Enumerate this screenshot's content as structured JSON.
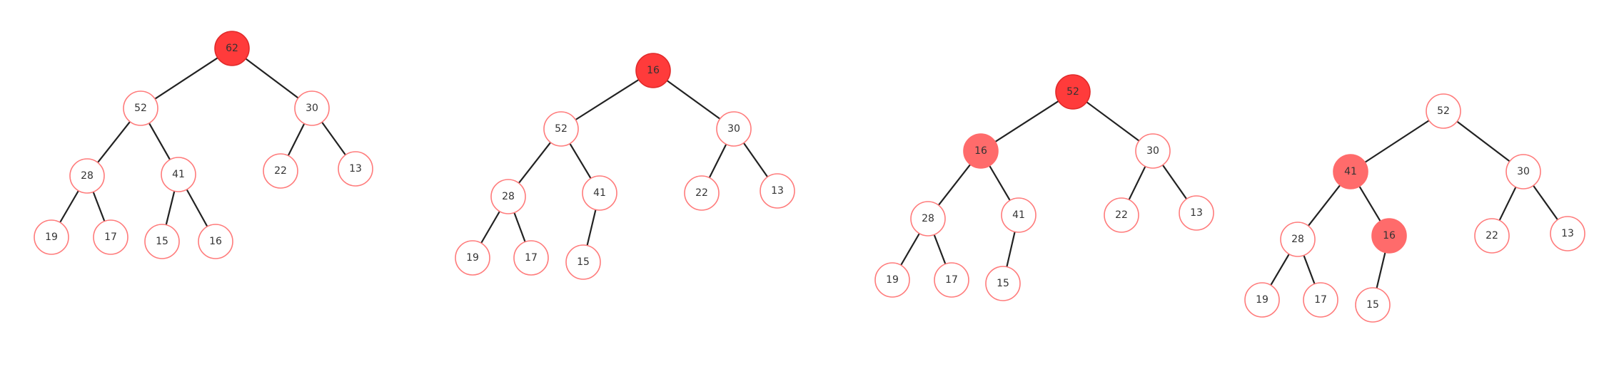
{
  "colors": {
    "node_stroke": "#ff7b7b",
    "node_fill": "#ffffff",
    "edge": "#222222",
    "highlight_primary": "#ff3b3b",
    "highlight_secondary": "#ff6b6b",
    "label": "#333333"
  },
  "trees": [
    {
      "nodes": [
        {
          "id": "a",
          "label": "62",
          "state": "primary"
        },
        {
          "id": "b",
          "label": "52",
          "state": "normal"
        },
        {
          "id": "c",
          "label": "30",
          "state": "normal"
        },
        {
          "id": "d",
          "label": "28",
          "state": "normal"
        },
        {
          "id": "e",
          "label": "41",
          "state": "normal"
        },
        {
          "id": "f",
          "label": "22",
          "state": "normal"
        },
        {
          "id": "g",
          "label": "13",
          "state": "normal"
        },
        {
          "id": "h",
          "label": "19",
          "state": "normal"
        },
        {
          "id": "i",
          "label": "17",
          "state": "normal"
        },
        {
          "id": "j",
          "label": "15",
          "state": "normal"
        },
        {
          "id": "k",
          "label": "16",
          "state": "normal"
        }
      ],
      "edges": [
        [
          "a",
          "b"
        ],
        [
          "a",
          "c"
        ],
        [
          "b",
          "d"
        ],
        [
          "b",
          "e"
        ],
        [
          "c",
          "f"
        ],
        [
          "c",
          "g"
        ],
        [
          "d",
          "h"
        ],
        [
          "d",
          "i"
        ],
        [
          "e",
          "j"
        ],
        [
          "e",
          "k"
        ]
      ]
    },
    {
      "nodes": [
        {
          "id": "a",
          "label": "16",
          "state": "primary"
        },
        {
          "id": "b",
          "label": "52",
          "state": "normal"
        },
        {
          "id": "c",
          "label": "30",
          "state": "normal"
        },
        {
          "id": "d",
          "label": "28",
          "state": "normal"
        },
        {
          "id": "e",
          "label": "41",
          "state": "normal"
        },
        {
          "id": "f",
          "label": "22",
          "state": "normal"
        },
        {
          "id": "g",
          "label": "13",
          "state": "normal"
        },
        {
          "id": "h",
          "label": "19",
          "state": "normal"
        },
        {
          "id": "i",
          "label": "17",
          "state": "normal"
        },
        {
          "id": "j",
          "label": "15",
          "state": "normal"
        }
      ],
      "edges": [
        [
          "a",
          "b"
        ],
        [
          "a",
          "c"
        ],
        [
          "b",
          "d"
        ],
        [
          "b",
          "e"
        ],
        [
          "c",
          "f"
        ],
        [
          "c",
          "g"
        ],
        [
          "d",
          "h"
        ],
        [
          "d",
          "i"
        ],
        [
          "e",
          "j"
        ]
      ]
    },
    {
      "nodes": [
        {
          "id": "a",
          "label": "52",
          "state": "primary"
        },
        {
          "id": "b",
          "label": "16",
          "state": "secondary"
        },
        {
          "id": "c",
          "label": "30",
          "state": "normal"
        },
        {
          "id": "d",
          "label": "28",
          "state": "normal"
        },
        {
          "id": "e",
          "label": "41",
          "state": "normal"
        },
        {
          "id": "f",
          "label": "22",
          "state": "normal"
        },
        {
          "id": "g",
          "label": "13",
          "state": "normal"
        },
        {
          "id": "h",
          "label": "19",
          "state": "normal"
        },
        {
          "id": "i",
          "label": "17",
          "state": "normal"
        },
        {
          "id": "j",
          "label": "15",
          "state": "normal"
        }
      ],
      "edges": [
        [
          "a",
          "b"
        ],
        [
          "a",
          "c"
        ],
        [
          "b",
          "d"
        ],
        [
          "b",
          "e"
        ],
        [
          "c",
          "f"
        ],
        [
          "c",
          "g"
        ],
        [
          "d",
          "h"
        ],
        [
          "d",
          "i"
        ],
        [
          "e",
          "j"
        ]
      ]
    },
    {
      "nodes": [
        {
          "id": "a",
          "label": "52",
          "state": "normal"
        },
        {
          "id": "b",
          "label": "41",
          "state": "secondary"
        },
        {
          "id": "c",
          "label": "30",
          "state": "normal"
        },
        {
          "id": "d",
          "label": "28",
          "state": "normal"
        },
        {
          "id": "e",
          "label": "16",
          "state": "secondary"
        },
        {
          "id": "f",
          "label": "22",
          "state": "normal"
        },
        {
          "id": "g",
          "label": "13",
          "state": "normal"
        },
        {
          "id": "h",
          "label": "19",
          "state": "normal"
        },
        {
          "id": "i",
          "label": "17",
          "state": "normal"
        },
        {
          "id": "j",
          "label": "15",
          "state": "normal"
        }
      ],
      "edges": [
        [
          "a",
          "b"
        ],
        [
          "a",
          "c"
        ],
        [
          "b",
          "d"
        ],
        [
          "b",
          "e"
        ],
        [
          "c",
          "f"
        ],
        [
          "c",
          "g"
        ],
        [
          "d",
          "h"
        ],
        [
          "d",
          "i"
        ],
        [
          "e",
          "j"
        ]
      ]
    }
  ]
}
